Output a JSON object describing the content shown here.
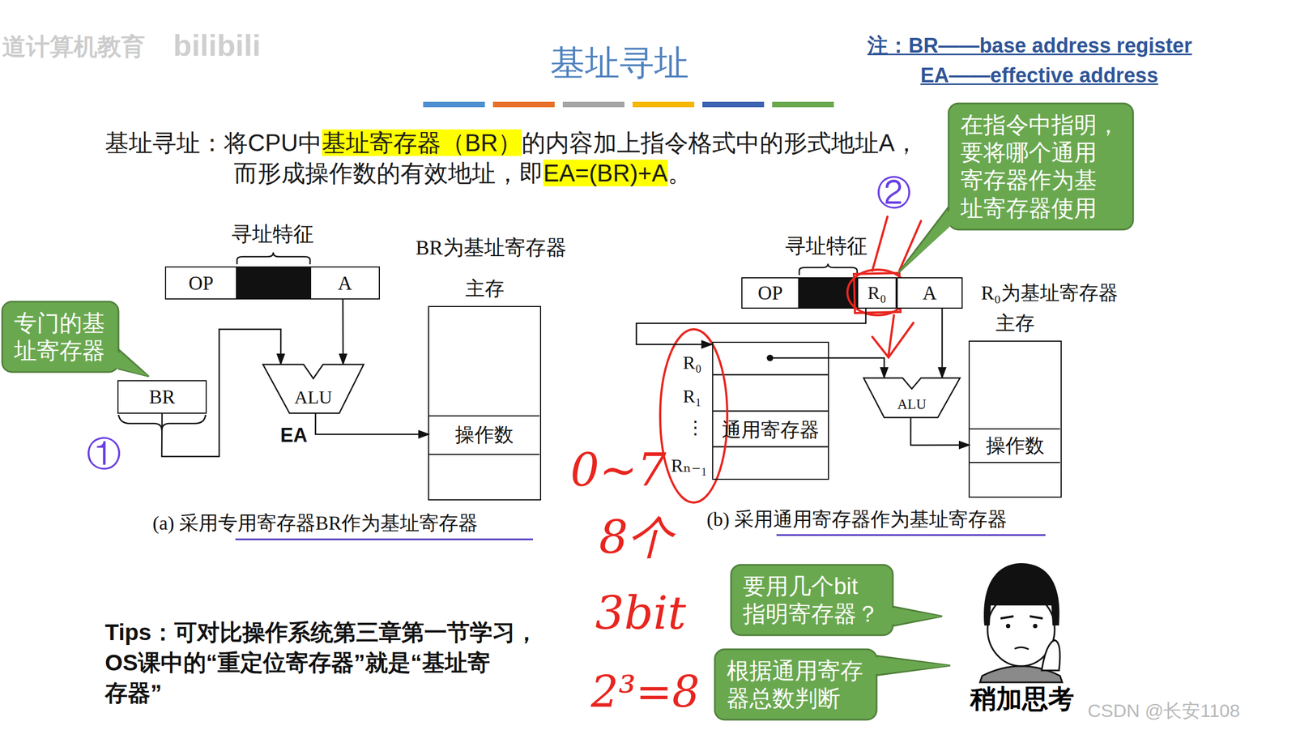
{
  "diagram": {
    "title": "基址寻址",
    "nodes": [
      {
        "text": [
          "专门的基 址寄存器"
        ]
      },
      {
        "text": [
          "OP"
        ]
      },
      {
        "text": [
          "A"
        ]
      },
      {
        "text": [
          "BR"
        ]
      },
      {
        "text": [
          "ALU"
        ]
      },
      {
        "text": [
          "主存"
        ]
      },
      {
        "text": [
          "操作数"
        ],
        "in": 5
      },
      {
        "text": [
          "在指令中指明， 要将哪个通用 寄存器作为基 址寄存器使用"
        ]
      },
      {
        "text": [
          "OP"
        ]
      },
      {
        "text": [
          "R₀"
        ]
      },
      {
        "text": [
          "A"
        ]
      },
      {
        "text": [
          "通用寄存器"
        ]
      },
      {
        "text": [
          "ALU"
        ]
      },
      {
        "text": [
          "主存"
        ]
      },
      {
        "text": [
          "操作数"
        ],
        "in": 13
      },
      {
        "text": [
          "要用几个bit 指明寄存器？"
        ]
      },
      {
        "text": [
          "根据通用寄存 器总数判断"
        ]
      }
    ],
    "edges": [
      {
        "from": 2,
        "to": 4,
        "arrow": "to"
      },
      {
        "from": 3,
        "to": 4,
        "arrow": "to"
      },
      {
        "from": 4,
        "to": 6,
        "label": "EA",
        "arrow": "to"
      },
      {
        "from": 9,
        "to": 11,
        "arrow": "to"
      },
      {
        "from": 11,
        "to": 12,
        "arrow": "to"
      },
      {
        "from": 10,
        "to": 12,
        "arrow": "to"
      },
      {
        "from": 12,
        "to": 14,
        "arrow": "to"
      }
    ],
    "labels": [
      "道计算机教育",
      "bilibili",
      "注：BR——base address register",
      "EA——effective address",
      "基址寻址：将CPU中",
      "基址寄存器（BR）",
      "的内容加上指令格式中的形式地址A，",
      "而形成操作数的有效地址，即",
      "EA=(BR)+A",
      "。",
      "寻址特征",
      "BR为基址寄存器",
      "①",
      "(a) 采用专用寄存器BR作为基址寄存器",
      "寻址特征",
      "R₀为基址寄存器",
      "②",
      "R₀",
      "R₁",
      "⋮",
      "Rₙ₋₁",
      "(b) 采用通用寄存器作为基址寄存器",
      "0~7",
      "8个",
      "3bit",
      "2³=8",
      "Tips：可对比操作系统第三章第一节学习， OS课中的“重定位寄存器”就是“基址寄 存器”",
      "稍加思考",
      "CSDN @长安1108"
    ]
  }
}
